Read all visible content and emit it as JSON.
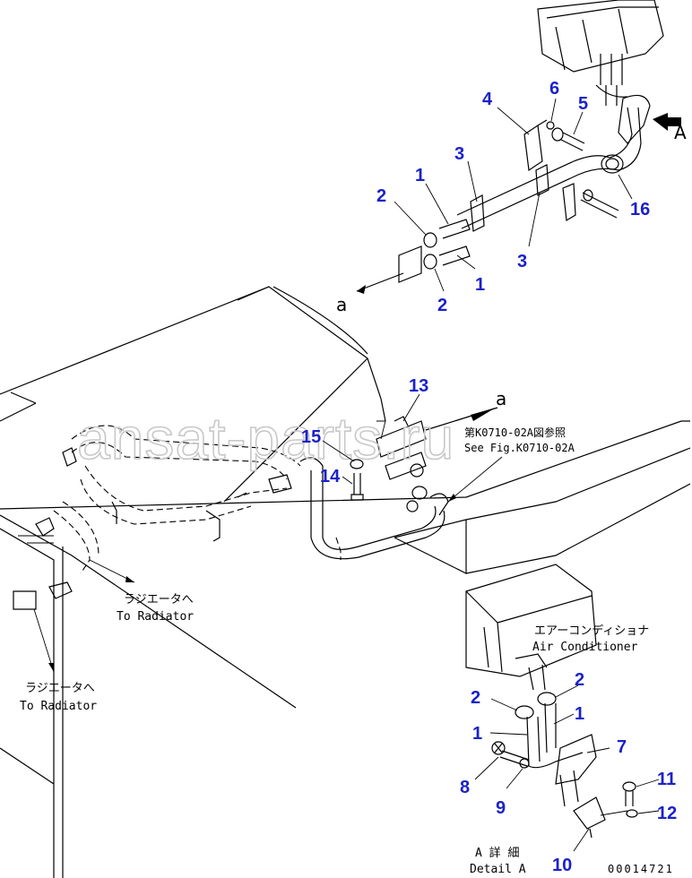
{
  "watermark": "ansat-parts.ru",
  "document_number": "00014721",
  "view_markers": {
    "arrow_a": "A",
    "section_a_1": "a",
    "section_a_2": "a"
  },
  "captions": {
    "to_radiator_1_jp": "ラジエータへ",
    "to_radiator_1_en": "To Radiator",
    "to_radiator_2_jp": "ラジエータへ",
    "to_radiator_2_en": "To Radiator",
    "see_fig_jp": "第K0710-02A図参照",
    "see_fig_en": "See Fig.K0710-02A",
    "air_conditioner_jp": "エアーコンディショナ",
    "air_conditioner_en": "Air Conditioner",
    "detail_a_jp": "A 詳 細",
    "detail_a_en": "Detail A"
  },
  "part_labels": {
    "p1_top_a": "1",
    "p1_top_b": "1",
    "p2_top_a": "2",
    "p2_top_b": "2",
    "p3_top_a": "3",
    "p3_top_b": "3",
    "p4": "4",
    "p5": "5",
    "p6": "6",
    "p16": "16",
    "p13": "13",
    "p15": "15",
    "p14": "14",
    "p2_det_a": "2",
    "p2_det_b": "2",
    "p1_det_a": "1",
    "p1_det_b": "1",
    "p7": "7",
    "p8": "8",
    "p9": "9",
    "p10": "10",
    "p11": "11",
    "p12": "12"
  }
}
